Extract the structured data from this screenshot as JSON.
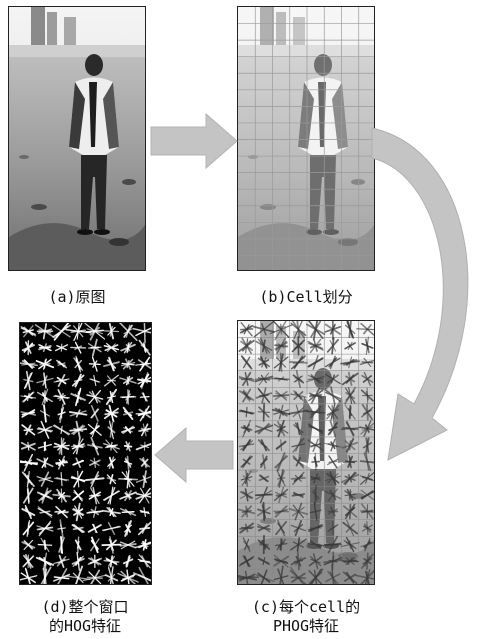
{
  "panels": {
    "original": {
      "caption": "(a)原图"
    },
    "cells": {
      "caption": "(b)Cell划分"
    },
    "phog": {
      "caption_line1": "(c)每个cell的",
      "caption_line2": "PHOG特征"
    },
    "hog": {
      "caption_line1": "(d)整个窗口",
      "caption_line2": "的HOG特征"
    }
  },
  "colors": {
    "arrow_fill": "#c4c4c4",
    "arrow_edge": "#b0b0b0",
    "hog_background": "#000000",
    "hog_glyph": "#ffffff"
  }
}
